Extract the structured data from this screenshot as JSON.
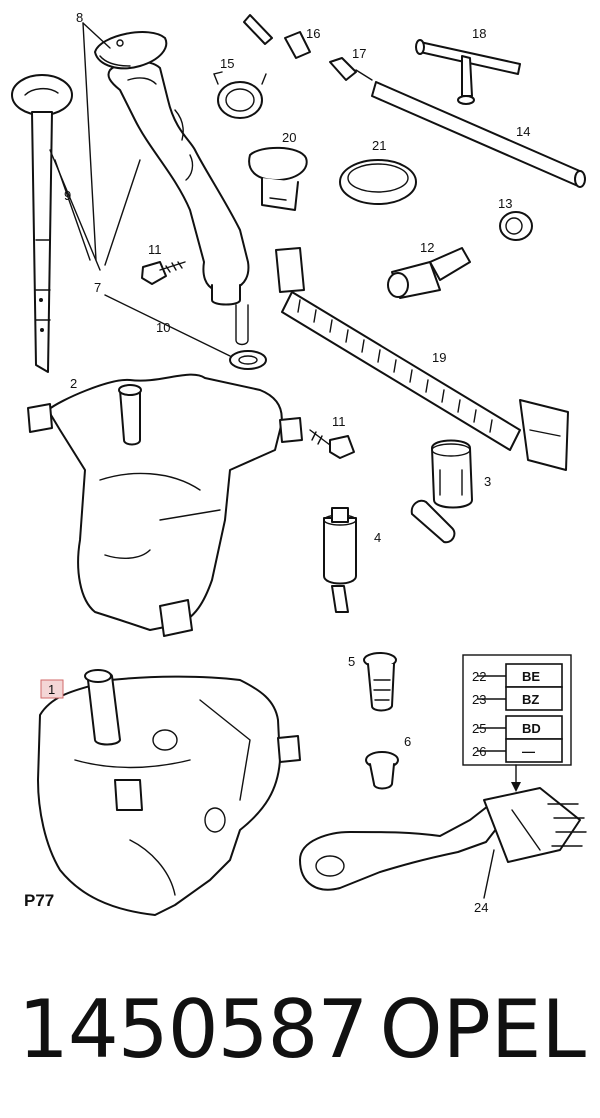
{
  "diagram": {
    "callouts": {
      "c1": "1",
      "c2": "2",
      "c3": "3",
      "c4": "4",
      "c5": "5",
      "c6": "6",
      "c7": "7",
      "c8": "8",
      "c9": "9",
      "c10": "10",
      "c11a": "11",
      "c11b": "11",
      "c12": "12",
      "c13": "13",
      "c14": "14",
      "c15": "15",
      "c16": "16",
      "c17": "17",
      "c18": "18",
      "c19": "19",
      "c20": "20",
      "c21": "21",
      "c24": "24"
    },
    "model_code": "P77",
    "switch_table": [
      {
        "num": "22",
        "code": "BE"
      },
      {
        "num": "23",
        "code": "BZ"
      },
      {
        "num": "25",
        "code": "BD"
      },
      {
        "num": "26",
        "code": "—"
      }
    ]
  },
  "footer": {
    "part_number": "1450587",
    "brand": "OPEL"
  }
}
